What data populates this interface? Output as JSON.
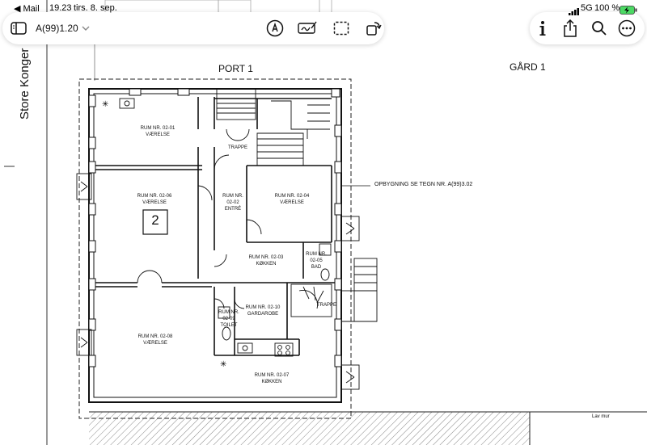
{
  "statusbar": {
    "back_app": "◀ Mail",
    "time": "19.23",
    "date": "tirs. 8. sep.",
    "network": "5G",
    "battery": "100 %"
  },
  "toolbar": {
    "document_title": "A(99)1.20"
  },
  "plan": {
    "street": "Store Konger",
    "port": "PORT 1",
    "yard": "GÅRD 1",
    "rebuild_note": "OPBYGNING SE TEGN NR. A(99)3.02",
    "lav_mur": "Lav mur",
    "apartment_number": "2",
    "rooms": [
      {
        "nr": "RUM NR. 02-01",
        "name": "VÆRELSE"
      },
      {
        "nr": "RUM NR. 02-06",
        "name": "VÆRELSE"
      },
      {
        "nr": "RUM NR. 02-02",
        "name": "ENTRÉ"
      },
      {
        "nr": "RUM NR. 02-04",
        "name": "VÆRELSE"
      },
      {
        "nr": "RUM NR. 02-03",
        "name": "KØKKEN"
      },
      {
        "nr": "RUM NR. 02-05",
        "name": "BAD"
      },
      {
        "nr": "RUM NR. 02-10",
        "name": "GARDAROBE"
      },
      {
        "nr": "RUM NR. 02-09",
        "name": "TOILET"
      },
      {
        "nr": "RUM NR. 02-08",
        "name": "VÆRELSE"
      },
      {
        "nr": "RUM NR. 02-07",
        "name": "KØKKEN"
      }
    ],
    "stairs": [
      "TRAPPE",
      "TRAPPE"
    ]
  }
}
